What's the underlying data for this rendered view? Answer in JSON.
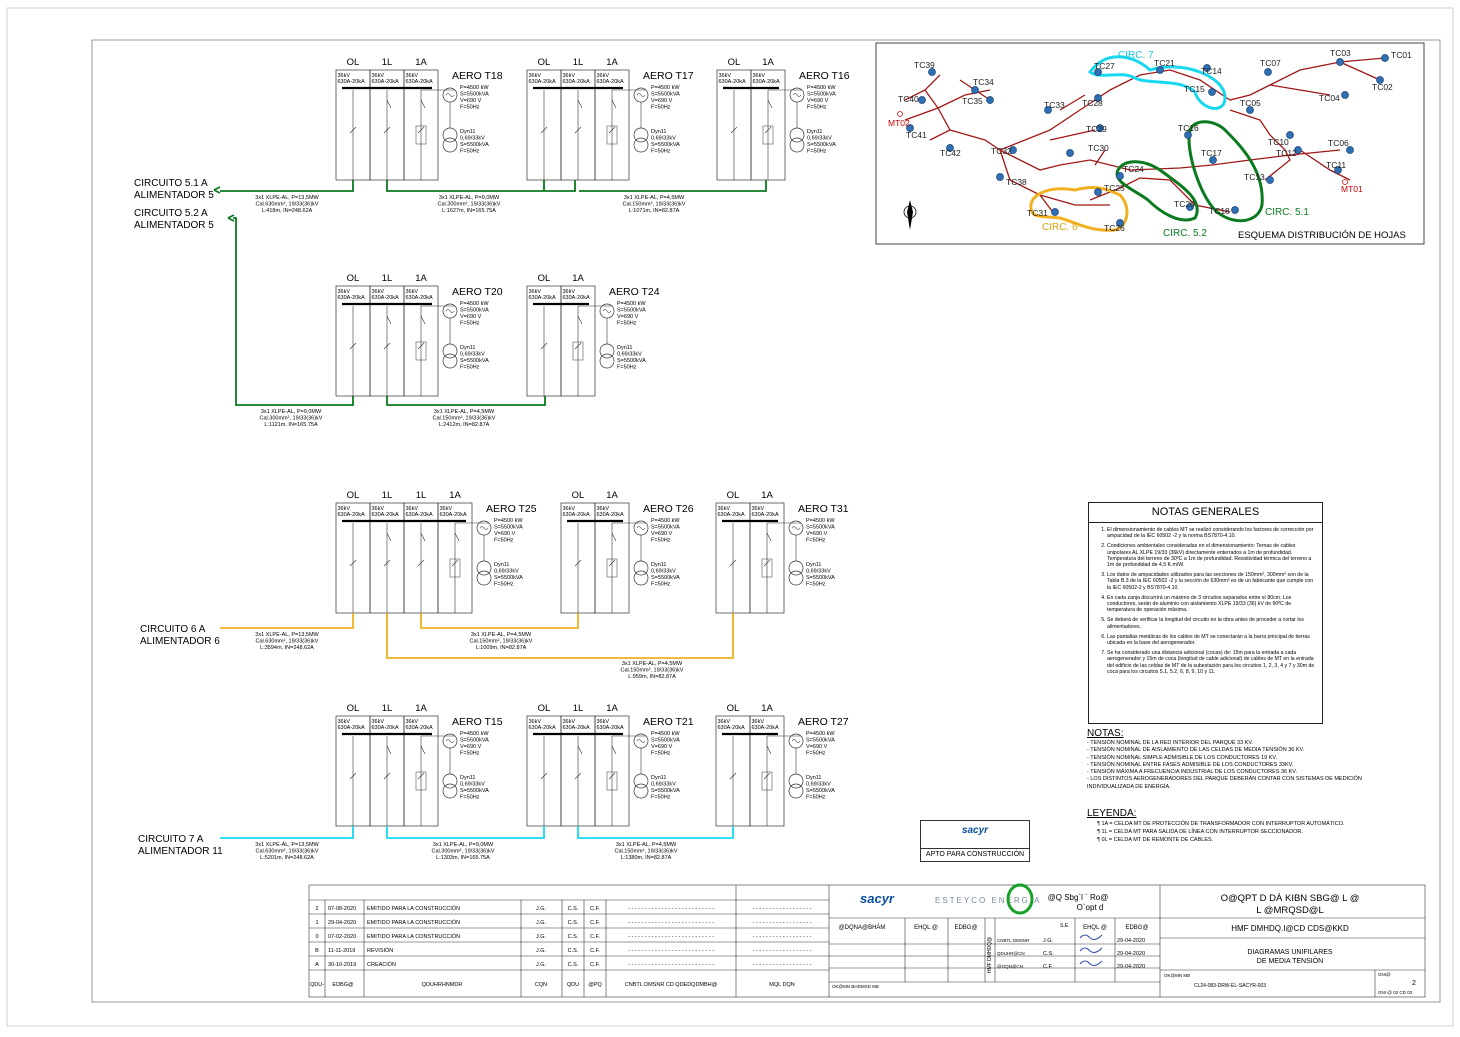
{
  "diagram": {
    "circuits": [
      {
        "line1": "CIRCUITO 5.1 A",
        "line2": "ALIMENTADOR 5"
      },
      {
        "line1": "CIRCUITO 5.2 A",
        "line2": "ALIMENTADOR 5"
      },
      {
        "line1": "CIRCUITO 6 A",
        "line2": "ALIMENTADOR 6"
      },
      {
        "line1": "CIRCUITO 7 A",
        "line2": "ALIMENTADOR 11"
      }
    ],
    "cell_labels": {
      "ol": "OL",
      "l1": "1L",
      "a1": "1A"
    },
    "cell_rating_1": "36kV",
    "cell_rating_2": "630A-20kA",
    "gen_specs": [
      "P=4500 kW",
      "S=5500kVA",
      "V=690 V",
      "F=50Hz"
    ],
    "tr_specs": [
      "Dyn11",
      "0,69/33kV",
      "S=5500kVA",
      "F=50Hz"
    ],
    "turbines": [
      "AERO T18",
      "AERO T17",
      "AERO T16",
      "AERO T20",
      "AERO T24",
      "AERO T25",
      "AERO T26",
      "AERO T31",
      "AERO T15",
      "AERO T21",
      "AERO T27"
    ],
    "cables": [
      {
        "l1": "3x1 XLPE-AL, P=13,5MW",
        "l2": "Cal.630mm², 19/33(36)kV",
        "l3": "L:418m, IN=248.62A"
      },
      {
        "l1": "3x1 XLPE-AL, P=9,0MW",
        "l2": "Cal.300mm², 19/33(36)kV",
        "l3": "L:1627m, IN=165.75A"
      },
      {
        "l1": "3x1 XLPE-AL, P=4,5MW",
        "l2": "Cal.150mm², 19/33(36)kV",
        "l3": "L:1071m, IN=82.87A"
      },
      {
        "l1": "3x1 XLPE-AL, P=9,0MW",
        "l2": "Cal.300mm², 19/33(36)kV",
        "l3": "L:1121m, IN=165.75A"
      },
      {
        "l1": "3x1 XLPE-AL, P=4,5MW",
        "l2": "Cal.150mm², 19/33(36)kV",
        "l3": "L:2412m, IN=82.87A"
      },
      {
        "l1": "3x1 XLPE-AL, P=13,5MW",
        "l2": "Cal.630mm², 19/33(36)kV",
        "l3": "L:3594m, IN=248.62A"
      },
      {
        "l1": "3x1 XLPE-AL, P=4,5MW",
        "l2": "Cal.150mm², 19/33(36)kV",
        "l3": "L:1009m, IN=82.87A"
      },
      {
        "l1": "3x1 XLPE-AL, P=4,5MW",
        "l2": "Cal.150mm², 19/33(36)kV",
        "l3": "L:959m, IN=82.87A"
      },
      {
        "l1": "3x1 XLPE-AL, P=13,5MW",
        "l2": "Cal.630mm², 19/33(36)kV",
        "l3": "L:5201m, IN=248.62A"
      },
      {
        "l1": "3x1 XLPE-AL, P=9,0MW",
        "l2": "Cal.300mm², 19/33(36)kV",
        "l3": "L:1303m, IN=165.75A"
      },
      {
        "l1": "3x1 XLPE-AL, P=4,5MW",
        "l2": "Cal.150mm², 19/33(36)kV",
        "l3": "L:1380m, IN=82.87A"
      }
    ],
    "colors": {
      "circ51": "#0a7a1e",
      "circ52": "#0a7a1e",
      "circ6": "#f0b020",
      "circ7": "#18d8f0",
      "map_line": "#a01818",
      "node": "#2f6fb5"
    }
  },
  "map": {
    "title": "ESQUEMA DISTRIBUCIÓN DE HOJAS",
    "nodes": [
      "TC01",
      "TC02",
      "TC03",
      "TC04",
      "TC05",
      "TC06",
      "TC07",
      "TC10",
      "TC11",
      "TC12",
      "TC13",
      "TC14",
      "TC15",
      "TC16",
      "TC17",
      "TC18",
      "TC21",
      "TC24",
      "TC25",
      "TC26",
      "TC27",
      "TC28",
      "TC29",
      "TC30",
      "TC31",
      "TC32",
      "TC33",
      "TC34",
      "TC35",
      "TC38",
      "TC39",
      "TC40",
      "TC41",
      "TC42",
      "TC20",
      "MT01",
      "MT02"
    ],
    "circ_labels": {
      "c7": "CIRC. 7",
      "c6": "CIRC. 6",
      "c52": "CIRC. 5.2",
      "c51": "CIRC. 5.1"
    }
  },
  "notes_generales": {
    "title": "NOTAS GENERALES",
    "items": [
      "El dimensionamiento de cables MT se realizó considerando los factores de corrección por ampacidad de la IEC 60502 -2 y la norma BS7870-4.10.",
      "Condiciones ambientales consideradas en el dimensionamiento: Ternas de cables unipolares AL XLPE 19/33 (36kV) directamente enterrados a 1m de profundidad. Temperatura del terreno de 30ºC a 1m de profundidad. Resistividad térmica del terreno a 1m de profundidad de 4,5 K.m/W.",
      "Los datos de ampacidades utilizados para las secciones de 150mm², 300mm² son de la Tabla B.3 de la IEC 60502 -2 y la sección de 630mm² es de un fabricante que cumple con la IEC 60502-2 y BS7870-4.10.",
      "En cada zanja discurrirá un máximo de 3 circuitos separados entre sí 80cm. Los conductores, serán de aluminio con aislamiento XLPE 19/33 (36) kV de 90ºC de temperatura de operación máxima.",
      "Se deberá de verificar la longitud del circuito en la obra antes de proceder a cortar los alimentadores.",
      "Las pantallas metálicas de los cables de MT se conectarán a la barra principal de tierras ubicada en la base del aerogenerador.",
      "Se ha considerado una distancia adicional (cocas) de: 15m para la entrada a cada aerogenerador y 15m de coca (longitud de cable adicional) de cables de MT en la entrada del edificio de las celdas de MT de la subestación para los circuitos 1, 2, 3, 4 y 7 y 30m de coca para los circuitos 5.1, 5.2, 6, 8, 9, 10 y 11."
    ]
  },
  "notas": {
    "title": "NOTAS:",
    "items": [
      "- TENSIÓN NOMINAL DE LA RED INTERIOR DEL PARQUE 33 KV.",
      "- TENSIÓN NOMINAL DE AISLAMIENTO DE LAS CELDAS DE MEDIA TENSIÓN 36 KV.",
      "- TENSIÓN NOMINAL SIMPLE ADMISIBLE DE LOS CONDUCTORES 19 KV.",
      "- TENSIÓN NOMINAL ENTRE FASES ADMISIBLE DE LOS CONDUCTORES 33KV.",
      "- TENSIÓN MÁXIMA A FRECUENCIA INDUSTRIAL DE LOS CONDUCTORES 36 KV.",
      "- LOS DISTINTOS AEROGENERADORES DEL PARQUE DEBERÁN CONTAR CON SISTEMAS DE MEDICIÓN INDIVIDUALIZADA DE ENERGÍA."
    ]
  },
  "leyenda": {
    "title": "LEYENDA:",
    "items": [
      "1A = CELDA MT DE PROTECCIÓN DE TRANSFORMADOR CON INTERRUPTOR AUTOMÁTICO.",
      "1L = CELDA MT PARA SALIDA DE LÍNEA CON INTERRUPTOR SECCIONADOR.",
      "0L = CELDA MT DE REMONTE DE CABLES."
    ]
  },
  "stamp": {
    "logo": "sacyr",
    "label": "APTO PARA CONSTRUCCIÓN"
  },
  "title_block": {
    "revisions": [
      {
        "rev": "2",
        "date": "07-08-2020",
        "desc": "EMITIDO PARA LA CONSTRUCCIÓN",
        "a": "J.G.",
        "b": "C.S.",
        "c": "C.F.",
        "d": "- - - - - - - - - - - - - - - - - - - - - - - - - -",
        "e": "- - - - - - - - - - - - - - - - - -"
      },
      {
        "rev": "1",
        "date": "29-04-2020",
        "desc": "EMITIDO PARA LA CONSTRUCCIÓN",
        "a": "J.G.",
        "b": "C.S.",
        "c": "C.F.",
        "d": "- - - - - - - - - - - - - - - - - - - - - - - - - -",
        "e": "- - - - - - - - - - - - - - - - - -"
      },
      {
        "rev": "0",
        "date": "07-02-2020",
        "desc": "EMITIDO PARA LA CONSTRUCCIÓN",
        "a": "J.G.",
        "b": "C.S.",
        "c": "C.F.",
        "d": "- - - - - - - - - - - - - - - - - - - - - - - - - -",
        "e": "- - - - - - - - - - - - - - - - - -"
      },
      {
        "rev": "B",
        "date": "11-11-2019",
        "desc": "REVISIÓN",
        "a": "J.G.",
        "b": "C.S.",
        "c": "C.F.",
        "d": "- - - - - - - - - - - - - - - - - - - - - - - - - -",
        "e": "- - - - - - - - - - - - - - - - - -"
      },
      {
        "rev": "A",
        "date": "30-10-2019",
        "desc": "CREACIÓN",
        "a": "J.G.",
        "b": "C.S.",
        "c": "C.F.",
        "d": "- - - - - - - - - - - - - - - - - - - - - - - - - -",
        "e": "- - - - - - - - - - - - - - - - - -"
      }
    ],
    "rev_headers": [
      "QDU-",
      "EDBG@",
      "QDUHRHNMDR",
      "CQN",
      "QDU",
      "@PQ",
      "CNBTL DMSNR CD QDEDQDMBH@",
      "MQL DQN"
    ],
    "logo_sacyr": "sacyr",
    "logo_estyco": "ESTEYCO ENERGÍA",
    "project_a": "@Q Sbg`l ` Ro@",
    "project_b": "O`opt d",
    "client_a": "O@QPT D DÀ KIBN SBG@ L @",
    "client_b": "L @MRQSD@L",
    "sheet_title": "HMF DMHDQ.I@CD CDS@KKD",
    "plan_1": "DIAGRAMAS UNIFILARES",
    "plan_2": "DE MEDIA TENSIÓN",
    "drawing_code": "CL24-083-DRW-EL-SACYR-003",
    "sheet_no": "2",
    "sheet_of": "GNI @ 02 CD 03",
    "roles": [
      {
        "role": "CNBTL DMSNR",
        "who": "J.G.",
        "date": "29-04-2020"
      },
      {
        "role": "QDUHR@CN",
        "who": "C.S.",
        "date": "29-04-2020"
      },
      {
        "role": "@OQN@CN",
        "who": "C.F.",
        "date": "29-04-2020"
      }
    ],
    "hdr_cells": [
      "@DQNA@BHÀM",
      "EHQL @",
      "EDBG@",
      "EHQL @",
      "EDBG@"
    ],
    "misc": {
      "hmf": "HMF DMHDQ@",
      "omn": "OK@MN BHDMSD MB",
      "omn2": "OK@MN MB",
      "hoja": "GNI@",
      "kl": "S.E."
    }
  }
}
